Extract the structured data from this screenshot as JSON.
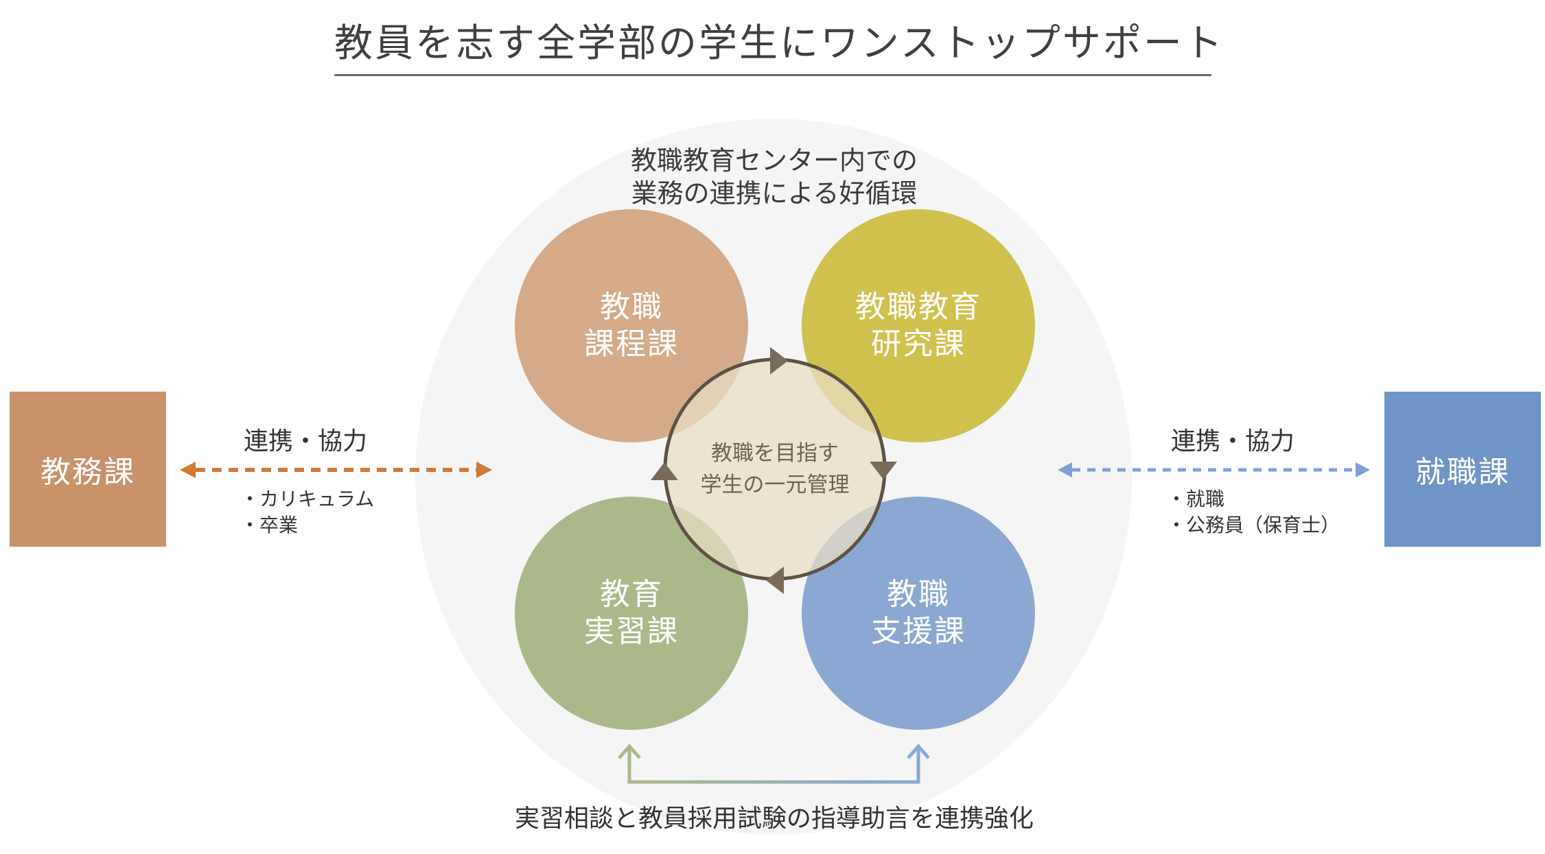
{
  "title": "教員を志す全学部の学生にワンストップサポート",
  "colors": {
    "background_circle": "#f5f5f5",
    "kyoshoku_katei": "#d4aa89",
    "kyoshoku_kenkyu": "#d0c04e",
    "kyoiku_jisshu": "#abb98a",
    "kyoshoku_shien": "#8ba8d3",
    "center_fill": "#e8dcc4",
    "left_box": "#c8926b",
    "right_box": "#6f94c6",
    "left_arrow": "#d07a36",
    "right_arrow": "#7ea0d4"
  },
  "top_caption": {
    "line1": "教職教育センター内での",
    "line2": "業務の連携による好循環"
  },
  "circles": {
    "top_left": {
      "line1": "教職",
      "line2": "課程課"
    },
    "top_right": {
      "line1": "教職教育",
      "line2": "研究課"
    },
    "bottom_left": {
      "line1": "教育",
      "line2": "実習課"
    },
    "bottom_right": {
      "line1": "教職",
      "line2": "支援課"
    }
  },
  "center": {
    "line1": "教職を目指す",
    "line2": "学生の一元管理"
  },
  "left": {
    "box_label": "教務課",
    "link_label": "連携・協力",
    "items": [
      "カリキュラム",
      "卒業"
    ]
  },
  "right": {
    "box_label": "就職課",
    "link_label": "連携・協力",
    "items": [
      "就職",
      "公務員（保育士）"
    ]
  },
  "bottom_caption": "実習相談と教員採用試験の指導助言を連携強化"
}
